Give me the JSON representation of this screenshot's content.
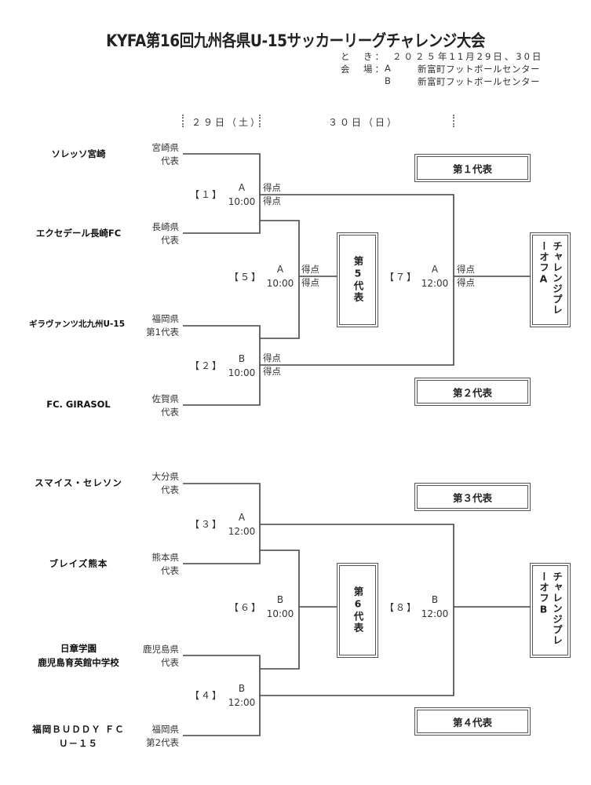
{
  "title": "KYFA第16回九州各県U-15サッカーリーグチャレンジ大会",
  "info": {
    "date_label": "と　き：",
    "date_value": "２０２５年11月29日、30日",
    "venue_label": "会　場：",
    "venue_a_code": "A",
    "venue_a_name": "新富町フットボールセンター",
    "venue_b_code": "B",
    "venue_b_name": "新富町フットボールセンター"
  },
  "day_headers": {
    "day1": "２９日（土）",
    "day2": "３０日（日）"
  },
  "teams": [
    {
      "name": "ソレッソ宮崎",
      "pref": "宮崎県",
      "rep": "代表"
    },
    {
      "name": "エクセデール長崎FC",
      "pref": "長崎県",
      "rep": "代表"
    },
    {
      "name": "ギラヴァンツ北九州U-15",
      "pref": "福岡県",
      "rep": "第1代表"
    },
    {
      "name": "FC. GIRASOL",
      "pref": "佐賀県",
      "rep": "代表"
    },
    {
      "name": "スマイス・セレソン",
      "pref": "大分県",
      "rep": "代表"
    },
    {
      "name": "ブレイズ熊本",
      "pref": "熊本県",
      "rep": "代表"
    },
    {
      "name_line1": "日章学園",
      "name_line2": "鹿児島育英館中学校",
      "pref": "鹿児島県",
      "rep": "代表"
    },
    {
      "name_line1": "福岡ＢＵＤＤＹ ＦＣ",
      "name_line2": "Ｕ－１５",
      "pref": "福岡県",
      "rep": "第2代表"
    }
  ],
  "matches": [
    {
      "no": "【１】",
      "venue": "A",
      "time": "10:00"
    },
    {
      "no": "【２】",
      "venue": "B",
      "time": "10:00"
    },
    {
      "no": "【３】",
      "venue": "A",
      "time": "12:00"
    },
    {
      "no": "【４】",
      "venue": "B",
      "time": "12:00"
    },
    {
      "no": "【５】",
      "venue": "A",
      "time": "10:00"
    },
    {
      "no": "【６】",
      "venue": "B",
      "time": "10:00"
    },
    {
      "no": "【７】",
      "venue": "A",
      "time": "12:00"
    },
    {
      "no": "【８】",
      "venue": "B",
      "time": "12:00"
    }
  ],
  "score_label": "得点",
  "representatives": {
    "r1": "第１代表",
    "r2": "第２代表",
    "r3": "第３代表",
    "r4": "第４代表",
    "r5": "第5代表",
    "r6": "第6代表",
    "playoff_a": "チャレンジプレーオフA",
    "playoff_b": "チャレンジプレーオフB"
  }
}
